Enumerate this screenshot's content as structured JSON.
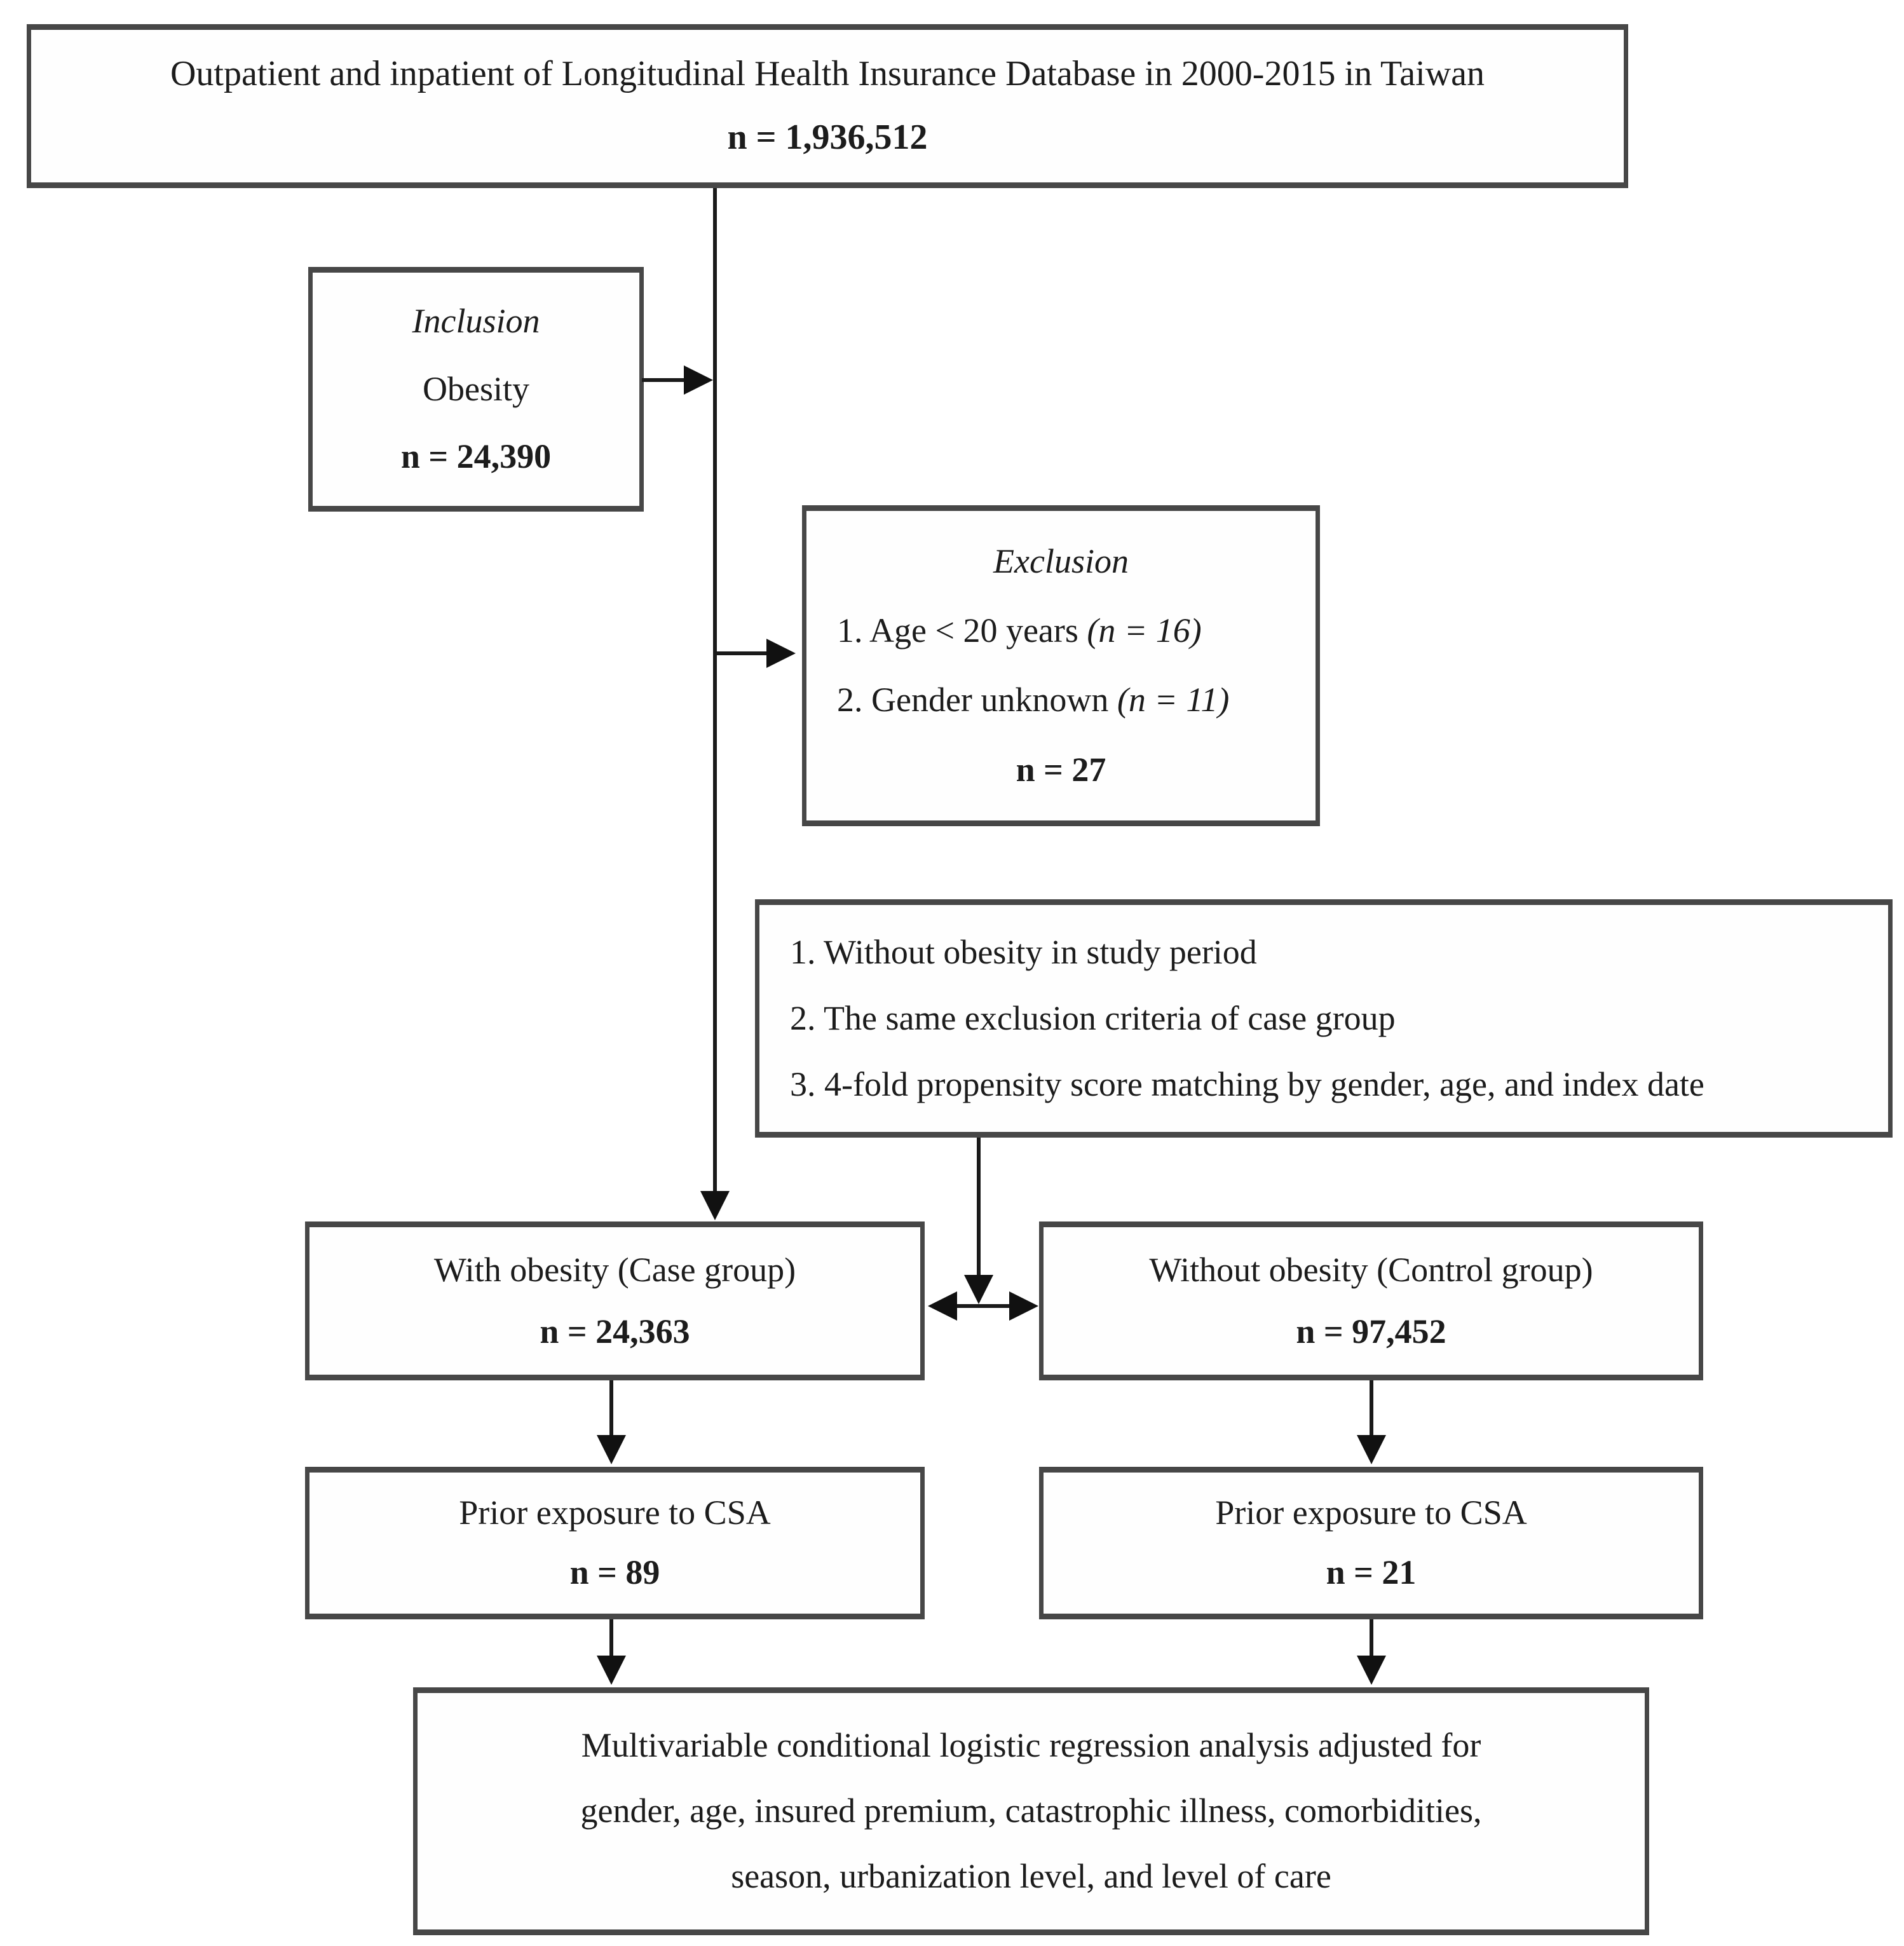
{
  "colors": {
    "border": "#474747",
    "line": "#1a1a1a",
    "text": "#1c1c1c",
    "background": "#ffffff"
  },
  "boxes": {
    "source": {
      "title": "Outpatient and inpatient of Longitudinal Health Insurance Database in 2000-2015 in Taiwan",
      "n": "n = 1,936,512"
    },
    "inclusion": {
      "title": "Inclusion",
      "criterion": "Obesity",
      "n": "n = 24,390"
    },
    "exclusion": {
      "title": "Exclusion",
      "item1_text": "1. Age < 20 years ",
      "item1_n": "(n = 16)",
      "item2_text": "2. Gender unknown ",
      "item2_n": "(n = 11)",
      "n": "n = 27"
    },
    "matching": {
      "item1": "1. Without obesity in study period",
      "item2": "2. The same exclusion criteria of case group",
      "item3": "3. 4-fold propensity score matching by gender, age, and index date"
    },
    "case": {
      "title": "With obesity (Case group)",
      "n": "n = 24,363"
    },
    "control": {
      "title": "Without obesity (Control group)",
      "n": "n = 97,452"
    },
    "case_exposure": {
      "title": "Prior exposure to CSA",
      "n": "n = 89"
    },
    "control_exposure": {
      "title": "Prior exposure to CSA",
      "n": "n = 21"
    },
    "analysis": {
      "line1": "Multivariable conditional logistic regression analysis adjusted for",
      "line2": "gender, age, insured premium, catastrophic illness, comorbidities,",
      "line3": "season, urbanization level, and level of care"
    }
  }
}
